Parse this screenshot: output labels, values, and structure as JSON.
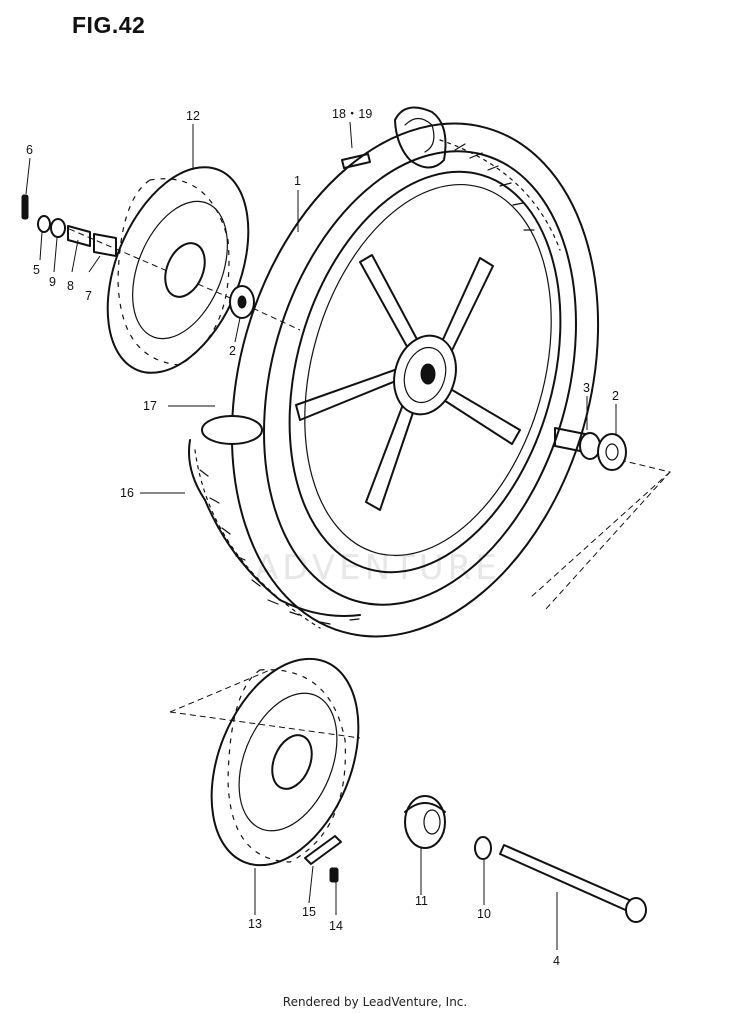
{
  "figure": {
    "title": "FIG.42"
  },
  "watermark": "ADVENTURE",
  "footer": "Rendered by LeadVenture, Inc.",
  "callouts": [
    {
      "id": "1",
      "text": "1"
    },
    {
      "id": "2a",
      "text": "2"
    },
    {
      "id": "2b",
      "text": "2"
    },
    {
      "id": "3",
      "text": "3"
    },
    {
      "id": "4",
      "text": "4"
    },
    {
      "id": "5",
      "text": "5"
    },
    {
      "id": "6",
      "text": "6"
    },
    {
      "id": "7",
      "text": "7"
    },
    {
      "id": "8",
      "text": "8"
    },
    {
      "id": "9",
      "text": "9"
    },
    {
      "id": "10",
      "text": "10"
    },
    {
      "id": "11",
      "text": "11"
    },
    {
      "id": "12",
      "text": "12"
    },
    {
      "id": "13",
      "text": "13"
    },
    {
      "id": "14",
      "text": "14"
    },
    {
      "id": "15",
      "text": "15"
    },
    {
      "id": "16",
      "text": "16"
    },
    {
      "id": "17",
      "text": "17"
    },
    {
      "id": "18-19",
      "text": "18・19"
    }
  ]
}
